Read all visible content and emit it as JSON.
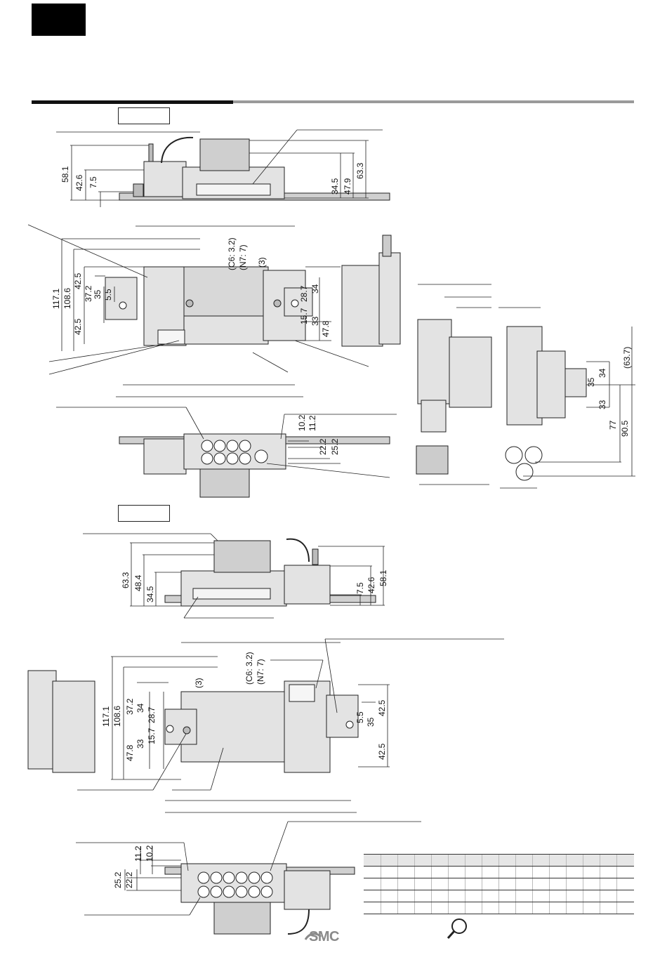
{
  "brand": {
    "logo_text": "SMC"
  },
  "dims": {
    "v1": [
      "58.1",
      "42.6",
      "7.5"
    ],
    "v2": [
      "34.5",
      "47.9",
      "63.3"
    ],
    "v3": [
      "117.1",
      "108.6",
      "42.5",
      "37.2",
      "35",
      "5.5",
      "42.5"
    ],
    "v4": [
      "28.7",
      "34",
      "15.7",
      "33",
      "47.8"
    ],
    "c1": "(C6: 3.2)",
    "c2": "(N7: 7)",
    "p3": "(3)",
    "v5": [
      "10.2",
      "11.2",
      "22.2",
      "25.2"
    ],
    "side": [
      "34",
      "35",
      "33",
      "(63.7)",
      "77",
      "90.5"
    ],
    "v6": [
      "63.3",
      "48.4",
      "34.5"
    ],
    "v7": [
      "7.5",
      "42.6",
      "58.1"
    ],
    "v8": [
      "117.1",
      "108.6",
      "37.2",
      "34",
      "28.7",
      "15.7",
      "33",
      "47.8"
    ],
    "c3": "(3)",
    "c4": "(C6: 3.2)",
    "c5": "(N7: 7)",
    "v9": [
      "42.5",
      "5.5",
      "35",
      "42.5"
    ],
    "v10": [
      "11.2",
      "10.2",
      "25.2",
      "22.2"
    ]
  },
  "colors": {
    "body": "#e3e3e3",
    "dark": "#333333",
    "accent_rule": "#9a9a9a"
  }
}
